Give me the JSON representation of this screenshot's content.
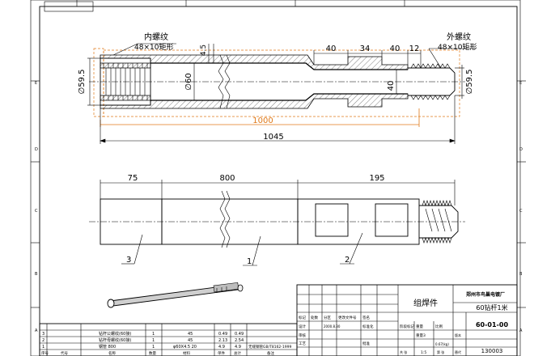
{
  "section_view": {
    "left_thread_title": "内螺纹",
    "left_thread_spec": "48×10矩形",
    "right_thread_title": "外螺纹",
    "right_thread_spec": "48×10矩形",
    "dim_left_dia": "∅59.5",
    "dim_right_dia": "∅59.5",
    "dim_inner_dia": "∅60",
    "dim_wall": "4.5",
    "dim_40_a": "40",
    "dim_34": "34",
    "dim_40_b": "40",
    "dim_12": "12",
    "dim_40_vertical": "40",
    "dim_inner_length": "1000",
    "dim_total_length": "1045"
  },
  "assembly_view": {
    "dim_75": "75",
    "dim_800": "800",
    "dim_195": "195",
    "balloon_3": "3",
    "balloon_1": "1",
    "balloon_2": "2"
  },
  "border_letters_left": [
    "A",
    "B",
    "C",
    "D",
    "E"
  ],
  "border_letters_right": [
    "A",
    "B",
    "C",
    "D",
    "E"
  ],
  "title_block": {
    "label": "组焊件",
    "company": "郑州市鸟巢电镀厂",
    "name": "60钻杆1米",
    "drawing_no": "60-01-00",
    "number": "130003",
    "r1": [
      "标记",
      "处数",
      "分区",
      "更改文件号",
      "签名"
    ],
    "r2": [
      "设计",
      "2000.8.30",
      "标准化"
    ],
    "r3": [
      "审核"
    ],
    "r4": [
      "工艺",
      "批准"
    ],
    "mid_labels": [
      "阶段标记",
      "重量",
      "比例"
    ],
    "mid_values": [
      "",
      "重量3",
      "0.67(kg)"
    ],
    "bottom": [
      "共 张",
      "第 张",
      "版本",
      "替代"
    ],
    "scale": "1:5"
  },
  "bom": {
    "rows": [
      {
        "no": "3",
        "name": "钻杆公螺纹(60接)",
        "qty": "1",
        "material": "45",
        "w1": "0.49",
        "w2": "0.49"
      },
      {
        "no": "2",
        "name": "钻杆母螺纹(60接)",
        "qty": "1",
        "material": "45",
        "w1": "2.13",
        "w2": "2.54"
      },
      {
        "no": "1",
        "name": "钢管 800",
        "qty": "1",
        "material": "φ60X4.5 20",
        "w1": "4.9",
        "w2": "4.9",
        "note": "无缝钢管GB/T8162-1999"
      }
    ],
    "header": [
      "序号",
      "代号",
      "名称",
      "数量",
      "材料",
      "单件",
      "总计",
      "备注"
    ]
  }
}
